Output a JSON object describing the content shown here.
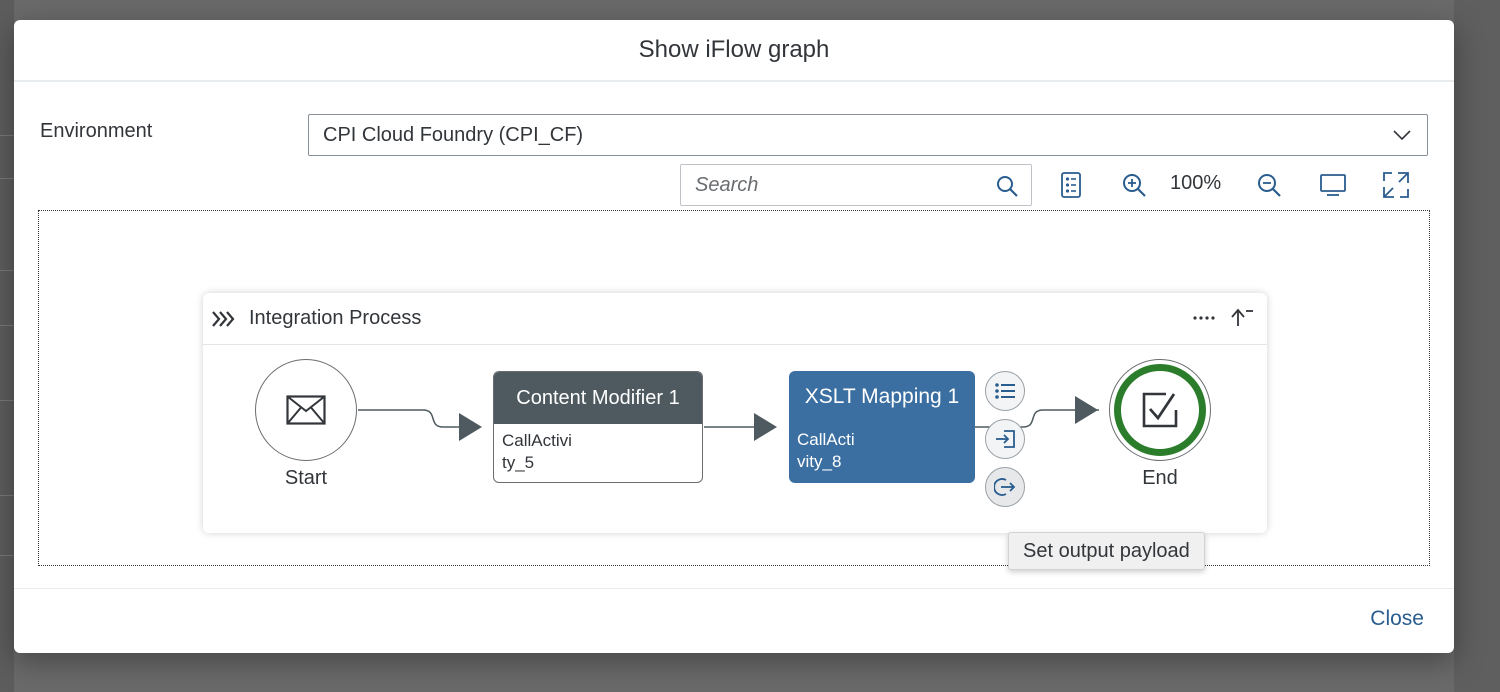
{
  "dialog": {
    "title": "Show iFlow graph",
    "environment_label": "Environment",
    "environment_value": "CPI Cloud Foundry (CPI_CF)",
    "close_label": "Close"
  },
  "toolbar": {
    "search_placeholder": "Search",
    "zoom_level": "100%",
    "icons": [
      "search-icon",
      "legend-icon",
      "zoom-in-icon",
      "zoom-out-icon",
      "fit-screen-icon",
      "fullscreen-icon"
    ]
  },
  "graph": {
    "pool_title": "Integration Process",
    "start_label": "Start",
    "end_label": "End",
    "content_modifier": {
      "title": "Content Modifier 1",
      "line1": "CallActivi",
      "line2": "ty_5"
    },
    "xslt_mapping": {
      "title": "XSLT Mapping 1",
      "line1": "CallActi",
      "line2": "vity_8"
    }
  },
  "tooltip": "Set output payload",
  "colors": {
    "node_dark": "#4e5a60",
    "node_selected": "#3b6fa1",
    "end_ring": "#2b7d2b",
    "link": "#2a5d8f"
  }
}
